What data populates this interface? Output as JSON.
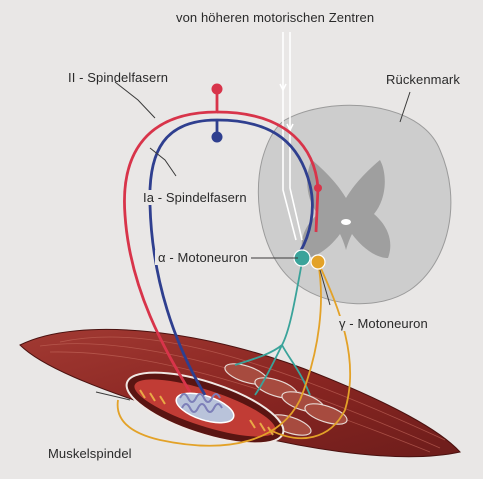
{
  "labels": {
    "top_centers": "von höheren  motorischen Zentren",
    "spinal_cord": "Rückenmark",
    "ii_fibers": "II - Spindelfasern",
    "ia_fibers": "Ia - Spindelfasern",
    "alpha_motoneuron": "α - Motoneuron",
    "gamma_motoneuron": "γ - Motoneuron",
    "muscle_spindle": "Muskelspindel"
  },
  "colors": {
    "ii_fiber": "#d8344a",
    "ia_fiber": "#2f3f8f",
    "alpha_motoneuron": "#3aa39a",
    "gamma_motoneuron": "#e3a228",
    "muscle": "#8e2a26",
    "spinal_cord": "#c9c9c9"
  }
}
